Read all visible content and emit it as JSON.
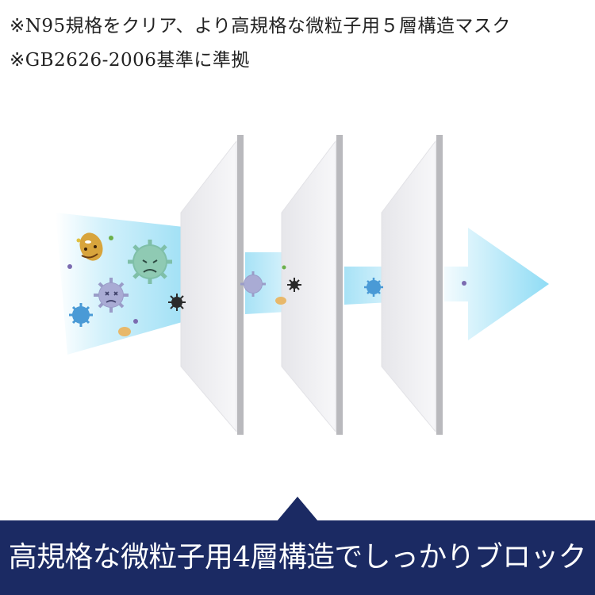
{
  "notes": {
    "line1": "※N95規格をクリア、より高規格な微粒子用５層構造マスク",
    "line2": "※GB2626-2006基準に準拠"
  },
  "illustration": {
    "filter_layers": 3,
    "airflow_color": "#aee6f7",
    "filter_face_color": "#f1f1f3",
    "filter_edge_color": "#b9b9bd",
    "particle_icons": [
      "bacteria-icon",
      "virus-icon",
      "pollen-icon",
      "dust-icon"
    ]
  },
  "banner": {
    "text": "高規格な微粒子用4層構造でしっかりブロック",
    "background_color": "#1b2a63",
    "text_color": "#ffffff"
  }
}
